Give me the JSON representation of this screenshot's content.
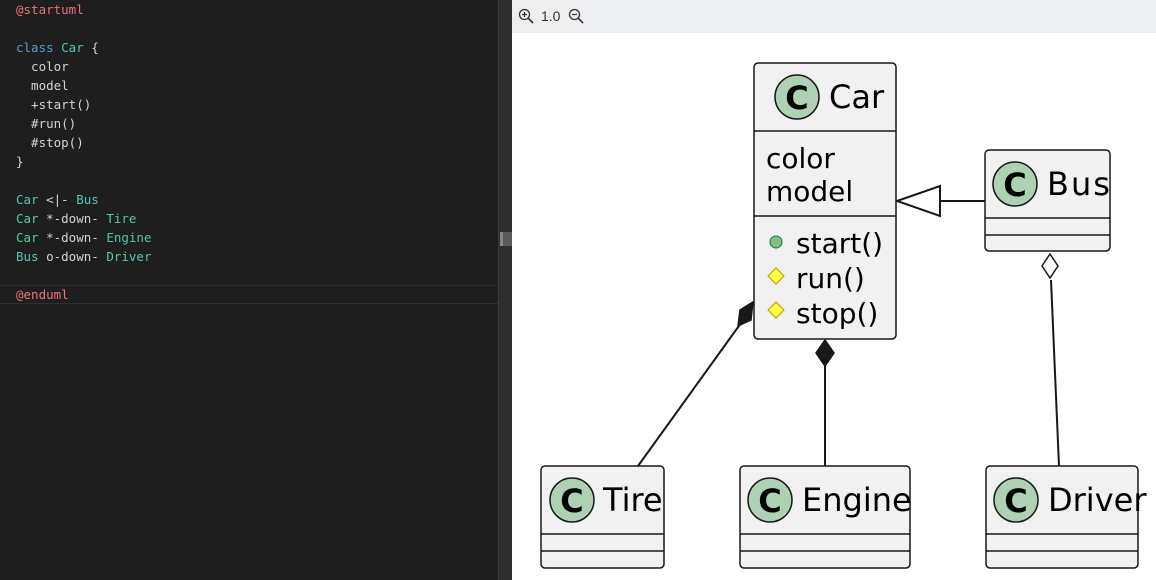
{
  "editor": {
    "lines": [
      [
        {
          "t": "@startuml",
          "c": "directive"
        }
      ],
      [],
      [
        {
          "t": "class ",
          "c": "keyword"
        },
        {
          "t": "Car",
          "c": "class"
        },
        {
          "t": " {",
          "c": "plain"
        }
      ],
      [
        {
          "t": "  color",
          "c": "plain"
        }
      ],
      [
        {
          "t": "  model",
          "c": "plain"
        }
      ],
      [
        {
          "t": "  +start()",
          "c": "plain"
        }
      ],
      [
        {
          "t": "  #run()",
          "c": "plain"
        }
      ],
      [
        {
          "t": "  #stop()",
          "c": "plain"
        }
      ],
      [
        {
          "t": "}",
          "c": "plain"
        }
      ],
      [],
      [
        {
          "t": "Car",
          "c": "class"
        },
        {
          "t": " <|- ",
          "c": "arrow"
        },
        {
          "t": "Bus",
          "c": "class"
        }
      ],
      [
        {
          "t": "Car",
          "c": "class"
        },
        {
          "t": " *-down- ",
          "c": "arrow"
        },
        {
          "t": "Tire",
          "c": "class"
        }
      ],
      [
        {
          "t": "Car",
          "c": "class"
        },
        {
          "t": " *-down- ",
          "c": "arrow"
        },
        {
          "t": "Engine",
          "c": "class"
        }
      ],
      [
        {
          "t": "Bus",
          "c": "class"
        },
        {
          "t": " o-down- ",
          "c": "arrow"
        },
        {
          "t": "Driver",
          "c": "class"
        }
      ],
      [],
      [
        {
          "t": "@enduml",
          "c": "directive"
        }
      ]
    ]
  },
  "toolbar": {
    "zoom_level": "1.0",
    "zoom_in_icon": "zoom-in-icon",
    "zoom_out_icon": "zoom-out-icon"
  },
  "diagram": {
    "colors": {
      "class_fill": "#f1f1f1",
      "class_stroke": "#181818",
      "circle_fill": "#add1b2",
      "public_marker": "#84be84",
      "protected_marker": "#ffff44"
    },
    "classes": {
      "car": {
        "letter": "C",
        "name": "Car",
        "fields": [
          "color",
          "model"
        ],
        "methods": [
          {
            "visibility": "public",
            "label": "start()"
          },
          {
            "visibility": "protected",
            "label": "run()"
          },
          {
            "visibility": "protected",
            "label": "stop()"
          }
        ]
      },
      "bus": {
        "letter": "C",
        "name": "Bus"
      },
      "tire": {
        "letter": "C",
        "name": "Tire"
      },
      "engine": {
        "letter": "C",
        "name": "Engine"
      },
      "driver": {
        "letter": "C",
        "name": "Driver"
      }
    }
  }
}
